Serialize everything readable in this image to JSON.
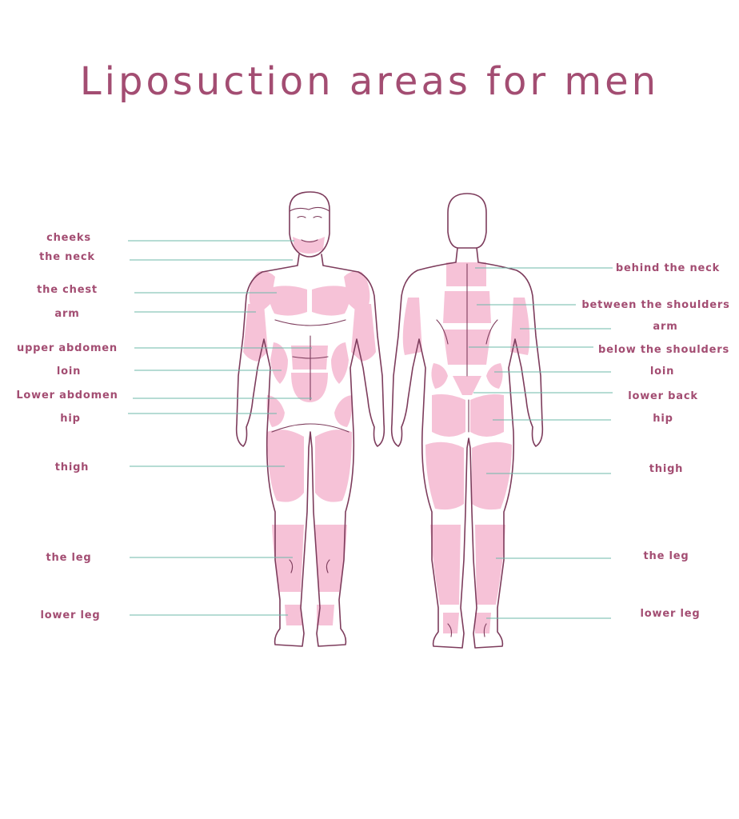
{
  "title": "Liposuction areas for men",
  "colors": {
    "title": "#a34d72",
    "label": "#a34d72",
    "leader": "#6cb8a8",
    "zone": "#f6c2d7",
    "outline": "#7d3c5c"
  },
  "front_labels": [
    "cheeks",
    "the neck",
    "the chest",
    "arm",
    "upper abdomen",
    "loin",
    "Lower abdomen",
    "hip",
    "thigh",
    "the leg",
    "lower leg"
  ],
  "back_labels": [
    "behind the neck",
    "between the shoulders",
    "arm",
    "below the shoulders",
    "loin",
    "lower back",
    "hip",
    "thigh",
    "the leg",
    "lower leg"
  ]
}
